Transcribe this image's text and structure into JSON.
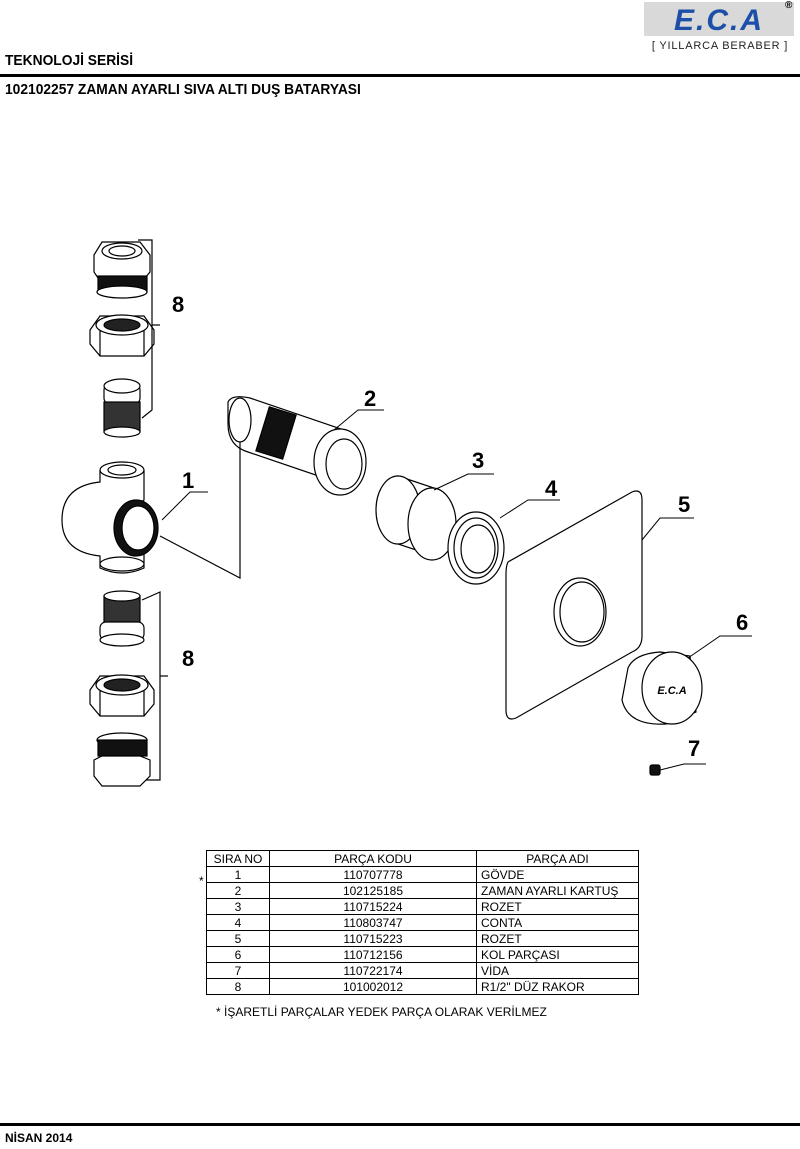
{
  "header": {
    "brand_logo_text": "E.C.A",
    "registered_mark": "®",
    "slogan": "[ YILLARCA BERABER ]",
    "series": "TEKNOLOJİ SERİSİ",
    "product_title": "102102257 ZAMAN AYARLI SIVA ALTI DUŞ BATARYASI"
  },
  "diagram": {
    "callouts": [
      "1",
      "2",
      "3",
      "4",
      "5",
      "6",
      "7",
      "8",
      "8"
    ],
    "knob_logo_text": "E.C.A"
  },
  "table": {
    "headers": [
      "SIRA NO",
      "PARÇA KODU",
      "PARÇA ADI"
    ],
    "rows": [
      {
        "no": "1",
        "code": "110707778",
        "name": "GÖVDE"
      },
      {
        "no": "2",
        "code": "102125185",
        "name": "ZAMAN AYARLI KARTUŞ"
      },
      {
        "no": "3",
        "code": "110715224",
        "name": "ROZET"
      },
      {
        "no": "4",
        "code": "110803747",
        "name": "CONTA"
      },
      {
        "no": "5",
        "code": "110715223",
        "name": "ROZET"
      },
      {
        "no": "6",
        "code": "110712156",
        "name": "KOL PARÇASI"
      },
      {
        "no": "7",
        "code": "110722174",
        "name": "VİDA"
      },
      {
        "no": "8",
        "code": "101002012",
        "name": "R1/2\" DÜZ RAKOR"
      }
    ],
    "star": "*",
    "note": "* İŞARETLİ PARÇALAR YEDEK PARÇA OLARAK VERİLMEZ"
  },
  "footer": {
    "date": "NİSAN 2014"
  }
}
